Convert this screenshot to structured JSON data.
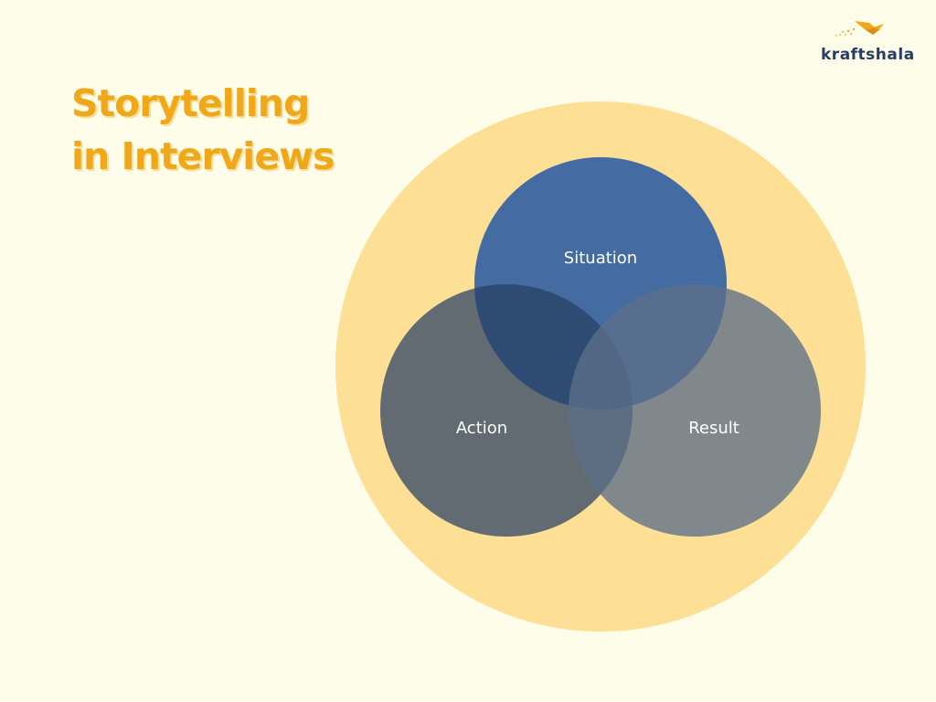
{
  "title": {
    "line1": "Storytelling",
    "line2": "in Interviews"
  },
  "brand": {
    "name": "kraftshala",
    "logo_icon": "bird-icon"
  },
  "diagram": {
    "type": "venn",
    "sets": [
      {
        "label": "Situation",
        "color": "#3f67a3"
      },
      {
        "label": "Action",
        "color": "#263f62"
      },
      {
        "label": "Result",
        "color": "#5c6f88"
      }
    ],
    "outer_circle_color": "#fddf96"
  }
}
